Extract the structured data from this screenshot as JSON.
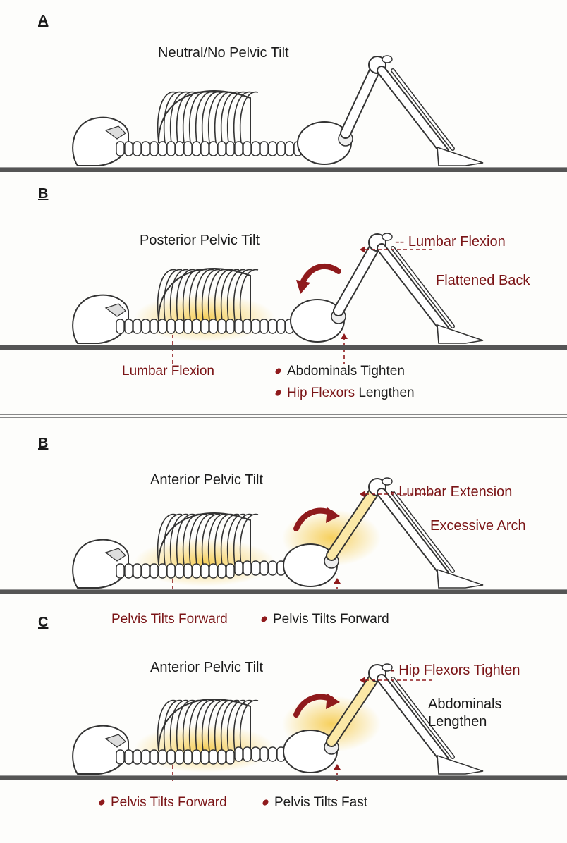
{
  "panels": [
    {
      "letter": "A",
      "title": "Neutral/No Pelvic Tilt",
      "variant": "neutral",
      "glow": false,
      "arrow": "none",
      "labels": []
    },
    {
      "letter": "B",
      "title": "Posterior Pelvic Tilt",
      "variant": "posterior",
      "glow": true,
      "arrow": "ccw",
      "labels": {
        "l1": "Lumbar Flexion",
        "l2": "Flattened Back",
        "b1": "Lumbar Flexion",
        "b2": "Abdominals Tighten",
        "b3a": "Hip Flexors",
        "b3b": "Lengthen"
      }
    },
    {
      "letter": "B",
      "title": "Anterior Pelvic Tilt",
      "variant": "anterior",
      "glow": true,
      "arrow": "cw",
      "labels": {
        "l1": "Lumbar Extension",
        "l2": "Excessive Arch",
        "b1": "Pelvis Tilts Forward",
        "b2": "Pelvis Tilts Forward"
      }
    },
    {
      "letter": "C",
      "title": "Anterior Pelvic Tilt",
      "variant": "anterior",
      "glow": true,
      "arrow": "cw",
      "labels": {
        "l1": "Hip Flexors Tighten",
        "l2a": "Abdominals",
        "l2b": "Lengthen",
        "b1": "Pelvis Tilts Forward",
        "b2": "Pelvis Tilts Fast"
      }
    }
  ],
  "colors": {
    "accent": "#8f1a1c",
    "label": "#7a1416",
    "floor": "#555555",
    "glow": "#f5c842",
    "bone": "#ffffff",
    "outline": "#333333"
  }
}
